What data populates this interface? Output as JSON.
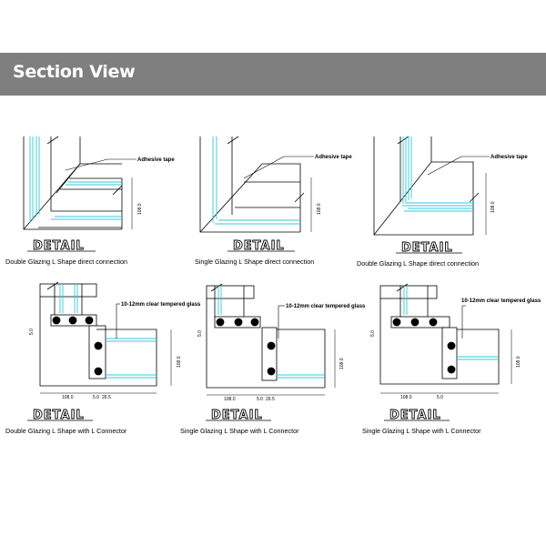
{
  "header": {
    "title": "Section View"
  },
  "colors": {
    "header_bg": "#7f7f7f",
    "glass": "#33c8d8",
    "line": "#000000"
  },
  "top_row": [
    {
      "annotation": "Adhesive tape",
      "dimension": "108.0",
      "detail": "DETAIL",
      "caption": "Double Glazing L Shape direct connection"
    },
    {
      "annotation": "Adhesive tape",
      "dimension": "108.0",
      "detail": "DETAIL",
      "caption": "Single Glazing L Shape direct connection"
    },
    {
      "annotation": "Adhesive tape",
      "dimension": "108.0",
      "detail": "DETAIL",
      "caption": "Double Glazing L Shape direct connection"
    }
  ],
  "bottom_row": [
    {
      "annotation": "10-12mm clear tempered glass",
      "dim_side": "108.0",
      "dim_width": "108.0",
      "dim_a": "5.0",
      "dim_b": "26.5",
      "dim_small": "5.0",
      "detail": "DETAIL",
      "caption": "Double Glazing  L Shape with L Connector"
    },
    {
      "annotation": "10-12mm clear tempered glass",
      "dim_side": "108.0",
      "dim_width": "108.0",
      "dim_a": "5.0",
      "dim_b": "26.5",
      "dim_small": "5.0",
      "detail": "DETAIL",
      "caption": "Single Glazing  L Shape with L Connector"
    },
    {
      "annotation": "10-12mm clear tempered glass",
      "dim_side": "108.0",
      "dim_width": "108.0",
      "dim_a": "5.0",
      "dim_small": "5.0",
      "detail": "DETAIL",
      "caption": "Single Glazing  L Shape with L Connector"
    }
  ]
}
